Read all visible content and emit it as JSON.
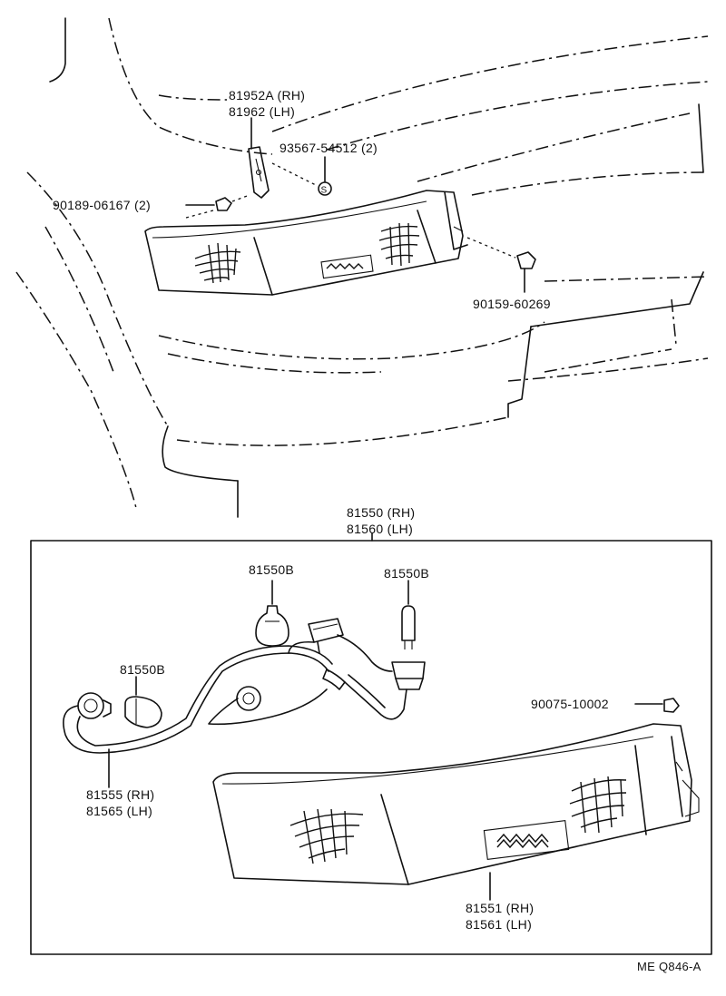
{
  "diagram_code": "ME Q846-A",
  "parts": {
    "bracket": {
      "line1": "81952A (RH)",
      "line2": "81962   (LH)"
    },
    "screw_s": {
      "label": "93567-54512 (2)",
      "symbol": "S"
    },
    "nut_upper": {
      "label": "90189-06167 (2)"
    },
    "bolt": {
      "label": "90159-60269"
    },
    "lamp_assy": {
      "line1": "81550 (RH)",
      "line2": "81560 (LH)"
    },
    "bulb_top_left": {
      "label": "81550B"
    },
    "bulb_top_right": {
      "label": "81550B"
    },
    "bulb_left": {
      "label": "81550B"
    },
    "nut_lower": {
      "label": "90075-10002"
    },
    "socket_wire": {
      "line1": "81555 (RH)",
      "line2": "81565 (LH)"
    },
    "lens": {
      "line1": "81551 (RH)",
      "line2": "81561 (LH)"
    }
  }
}
